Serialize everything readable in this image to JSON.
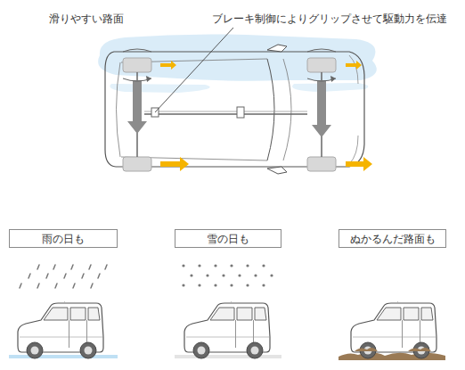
{
  "diagram": {
    "nodes": [
      {
        "text": [
          "雨の日も"
        ]
      },
      {
        "text": [
          "雪の日も"
        ]
      },
      {
        "text": [
          "ぬかるんだ路面も"
        ]
      }
    ],
    "labels": [
      "滑りやすい路面",
      "ブレーキ制御によりグリップさせて駆動力を伝達"
    ]
  }
}
